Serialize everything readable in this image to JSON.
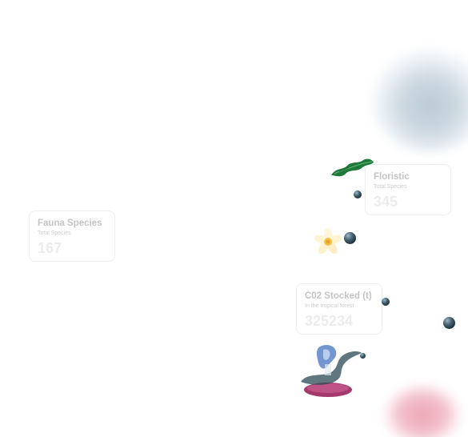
{
  "stats": {
    "fauna": {
      "title": "Fauna Species",
      "subtitle": "Total Species",
      "value": "167"
    },
    "floristic": {
      "title": "Floristic",
      "subtitle": "Total Species",
      "value": "345"
    },
    "co2": {
      "title": "C02 Stocked (t)",
      "subtitle": "In the tropical forest",
      "value": "325234"
    }
  },
  "decorations": [
    "leaf-icon",
    "flower-icon",
    "crystal-sculpture-icon",
    "sphere-icon"
  ],
  "colors": {
    "blur_blue": "#b9cad6",
    "blur_pink": "#eda7b6",
    "card_border": "#ededed",
    "card_title": "#c4c4c4",
    "card_value": "#ececec",
    "leaf": "#1f7a3a",
    "flower": "#f3c24a",
    "sculpture": "#a4396b",
    "sphere": "#2c4656"
  }
}
